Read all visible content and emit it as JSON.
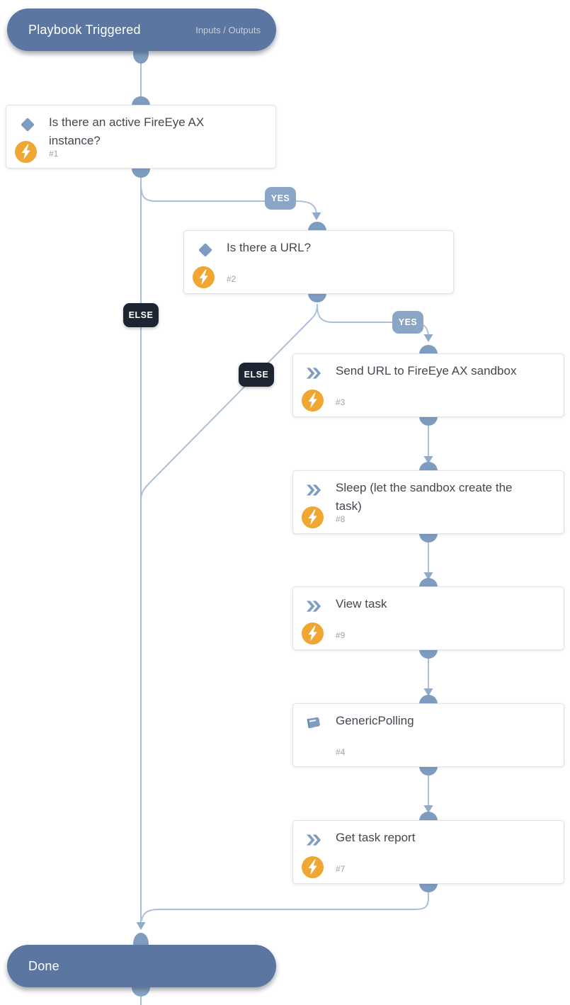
{
  "diagram": {
    "start_node": {
      "title": "Playbook Triggered",
      "menu": "Inputs / Outputs"
    },
    "end_node": {
      "title": "Done"
    },
    "branch_labels": {
      "yes": "YES",
      "else": "ELSE"
    },
    "tasks": [
      {
        "id": "#1",
        "title": "Is there an active FireEye AX instance?",
        "type": "condition"
      },
      {
        "id": "#2",
        "title": "Is there a URL?",
        "type": "condition"
      },
      {
        "id": "#3",
        "title": "Send URL to FireEye AX sandbox",
        "type": "automation"
      },
      {
        "id": "#8",
        "title": "Sleep (let the sandbox create the task)",
        "type": "automation"
      },
      {
        "id": "#9",
        "title": "View task",
        "type": "automation"
      },
      {
        "id": "#4",
        "title": "GenericPolling",
        "type": "sub-playbook"
      },
      {
        "id": "#7",
        "title": "Get task report",
        "type": "automation"
      }
    ],
    "colors": {
      "terminal_pill": "#5b76a1",
      "connector": "#7e9cc0",
      "edge_line": "#abc0d8",
      "arrowhead": "#90aac9",
      "yes_badge": "#8aa6c6",
      "else_badge": "#1d2533",
      "script_badge": "#f0a632"
    }
  }
}
